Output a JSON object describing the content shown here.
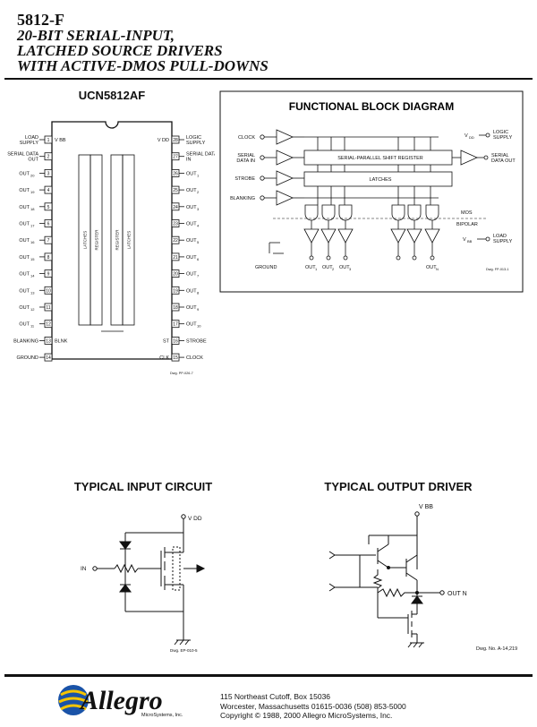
{
  "header": {
    "part_number": "5812-F",
    "title_lines": [
      "20-BIT SERIAL-INPUT,",
      "LATCHED SOURCE DRIVERS",
      "WITH ACTIVE-DMOS PULL-DOWNS"
    ]
  },
  "pinout": {
    "title": "UCN5812AF",
    "left_pins": [
      {
        "label": "LOAD SUPPLY",
        "num": "1",
        "inner": "V BB"
      },
      {
        "label": "SERIAL DATA OUT",
        "num": "2",
        "inner": ""
      },
      {
        "label": "OUT 20",
        "num": "3",
        "inner": ""
      },
      {
        "label": "OUT 19",
        "num": "4",
        "inner": ""
      },
      {
        "label": "OUT 18",
        "num": "5",
        "inner": ""
      },
      {
        "label": "OUT 17",
        "num": "6",
        "inner": ""
      },
      {
        "label": "OUT 16",
        "num": "7",
        "inner": ""
      },
      {
        "label": "OUT 15",
        "num": "8",
        "inner": ""
      },
      {
        "label": "OUT 14",
        "num": "9",
        "inner": ""
      },
      {
        "label": "OUT 13",
        "num": "10",
        "inner": ""
      },
      {
        "label": "OUT 12",
        "num": "11",
        "inner": ""
      },
      {
        "label": "OUT 11",
        "num": "12",
        "inner": ""
      },
      {
        "label": "BLANKING",
        "num": "13",
        "inner": "BLNK"
      },
      {
        "label": "GROUND",
        "num": "14",
        "inner": ""
      }
    ],
    "right_pins": [
      {
        "label": "LOGIC SUPPLY",
        "num": "28",
        "inner": "V DD"
      },
      {
        "label": "SERIAL DATA IN",
        "num": "27",
        "inner": ""
      },
      {
        "label": "OUT 1",
        "num": "26",
        "inner": ""
      },
      {
        "label": "OUT 2",
        "num": "25",
        "inner": ""
      },
      {
        "label": "OUT 3",
        "num": "24",
        "inner": ""
      },
      {
        "label": "OUT 4",
        "num": "23",
        "inner": ""
      },
      {
        "label": "OUT 5",
        "num": "22",
        "inner": ""
      },
      {
        "label": "OUT 6",
        "num": "21",
        "inner": ""
      },
      {
        "label": "OUT 7",
        "num": "20",
        "inner": ""
      },
      {
        "label": "OUT 8",
        "num": "19",
        "inner": ""
      },
      {
        "label": "OUT 9",
        "num": "18",
        "inner": ""
      },
      {
        "label": "OUT 10",
        "num": "17",
        "inner": ""
      },
      {
        "label": "STROBE",
        "num": "16",
        "inner": "ST"
      },
      {
        "label": "CLOCK",
        "num": "15",
        "inner": "CLK"
      }
    ],
    "block_labels": [
      "LATCHES",
      "REGISTER",
      "REGISTER",
      "LATCHES"
    ],
    "drawing_no": "Dwg. PP-026-7"
  },
  "fbd": {
    "title": "FUNCTIONAL BLOCK DIAGRAM",
    "inputs": [
      "CLOCK",
      "SERIAL DATA IN",
      "STROBE",
      "BLANKING"
    ],
    "register_label": "SERIAL-PARALLEL SHIFT REGISTER",
    "latches_label": "LATCHES",
    "vdd": "V DD",
    "logic_supply": "LOGIC SUPPLY",
    "serial_out": "SERIAL DATA OUT",
    "mos": "MOS",
    "bipolar": "BIPOLAR",
    "vbb": "V BB",
    "load_supply": "LOAD SUPPLY",
    "ground": "GROUND",
    "outputs": [
      "OUT 1",
      "OUT 2",
      "OUT 3",
      "OUT N"
    ],
    "drawing_no": "Dwg. FP-013-1"
  },
  "input_circuit": {
    "title": "TYPICAL INPUT CIRCUIT",
    "vdd": "V DD",
    "in": "IN",
    "drawing_no": "Dwg. EP-010-5"
  },
  "output_driver": {
    "title": "TYPICAL OUTPUT DRIVER",
    "vbb": "V BB",
    "out": "OUT N",
    "drawing_no": "Dwg. No. A-14,219"
  },
  "footer": {
    "logo": "Allegro",
    "logo_sub": "MicroSystems, Inc.",
    "address": [
      "115 Northeast Cutoff, Box 15036",
      "Worcester, Massachusetts 01615-0036  (508) 853-5000",
      "Copyright © 1988, 2000 Allegro MicroSystems, Inc."
    ]
  }
}
